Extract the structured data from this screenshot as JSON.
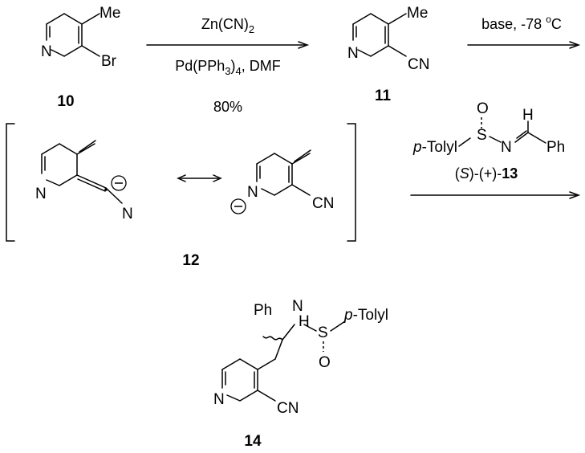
{
  "step1": {
    "reagent_top": "Zn(CN)",
    "reagent_top_sub": "2",
    "reagent_bottom_pre": "Pd(PPh",
    "reagent_bottom_sub": "3",
    "reagent_bottom_mid": ")",
    "reagent_bottom_sub2": "4",
    "reagent_bottom_post": ", DMF",
    "yield": "80%"
  },
  "step2": {
    "condition_pre": "base, -78 ",
    "condition_sup": "o",
    "condition_post": "C"
  },
  "step3": {
    "label_pre": "(",
    "label_italic": "S",
    "label_mid": ")-(+)-",
    "label_bold": "13"
  },
  "compounds": {
    "c10": "10",
    "c11": "11",
    "c12": "12",
    "c14": "14"
  },
  "atoms": {
    "me": "Me",
    "br": "Br",
    "n": "N",
    "cn": "CN",
    "ptolyl_italic": "p",
    "ptolyl_rest": "-Tolyl",
    "o": "O",
    "s": "S",
    "h": "H",
    "ph": "Ph",
    "minus": "−"
  }
}
